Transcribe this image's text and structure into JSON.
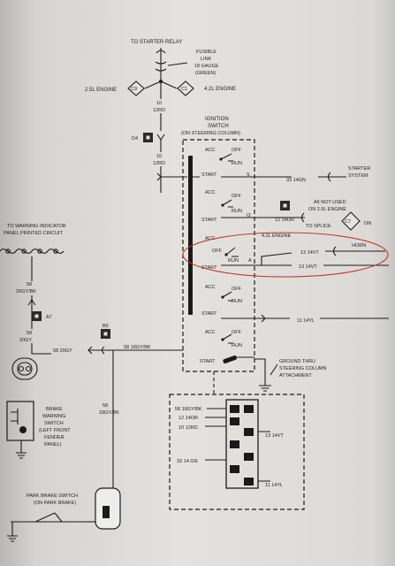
{
  "starter_relay": {
    "label": "TO STARTER RELAY",
    "fusible_link": [
      "FUSIBLE",
      "LINK",
      "18 GAUGE",
      "(GREEN)"
    ]
  },
  "engines": {
    "left_label": "2.5L ENGINE",
    "left_connector": "C9",
    "right_label": "4.2L ENGINE",
    "right_connector": "C1"
  },
  "feed_wire": {
    "size": "10",
    "code": "12RD"
  },
  "d4_connector": "D4",
  "feed_wire_lower": {
    "size": "10",
    "code": "12RD"
  },
  "ignition_switch": {
    "title": [
      "IGNITION",
      "SWITCH",
      "(ON STEERING COLUMN)"
    ],
    "sections": [
      {
        "acc": "ACC",
        "off": "OFF",
        "run": "RUN",
        "start": "START",
        "terminal": "S"
      },
      {
        "acc": "ACC",
        "off": "OFF",
        "run": "RUN",
        "start": "START",
        "terminal": "I3"
      },
      {
        "acc": "ACC",
        "off": "OFF",
        "run": "RUN",
        "start": "START",
        "terminal": "A"
      },
      {
        "acc": "ACC",
        "off": "OFF",
        "run": "RUN",
        "start": "START"
      },
      {
        "acc": "ACC",
        "off": "OFF",
        "run": "RUN",
        "start": "START"
      }
    ]
  },
  "circuits": {
    "starter": {
      "wire": "33 14GN",
      "dest": [
        "STARTER",
        "SYSTEM"
      ]
    },
    "i3": {
      "wire": "12 14OR",
      "splice": "TO SPLICE",
      "connector": "C7",
      "on": "ON"
    },
    "a6_note": [
      "A6 NOT USED",
      "ON 2.5L ENGINE"
    ],
    "engine_42": "4.2L ENGINE",
    "horn": {
      "wire1": "13 14VT",
      "label": "HORN",
      "wire2": "13 14VT"
    },
    "accessory": {
      "wire": "11 14YL"
    },
    "warning": {
      "wire": "58 18GY/BK"
    }
  },
  "warning_panel": {
    "label": [
      "TO WARNING INDICATOR",
      "PANEL PRINTED CIRCUIT"
    ],
    "wire_top_size": "58",
    "wire_top_code": "20GY/BK",
    "a7_connector": "A7",
    "wire_bottom_size": "58",
    "wire_bottom_code": "20GY",
    "wire_side": "58 20GY",
    "b6_connector": "B6"
  },
  "ground": [
    "GROUND THRU",
    "STEERING COLUMN",
    "ATTACHMENT"
  ],
  "brake_switch": [
    "BRAKE",
    "WARNING",
    "SWITCH",
    "(LEFT FRONT",
    "FENDER",
    "PANEL)"
  ],
  "brake_wire": {
    "size": "58",
    "code": "18GY/BK"
  },
  "park_brake": [
    "PARK BRAKE SWITCH",
    "(ON PARK BRAKE)"
  ],
  "connector_view": {
    "left_labels": [
      "58 18GY/BK",
      "12 14OR",
      "10 12RD",
      "33 14 GN"
    ],
    "right_labels": [
      "13 14VT",
      "11 14YL"
    ]
  },
  "colors": {
    "ink": "#1c1c1c",
    "highlight": "#c0392b"
  }
}
